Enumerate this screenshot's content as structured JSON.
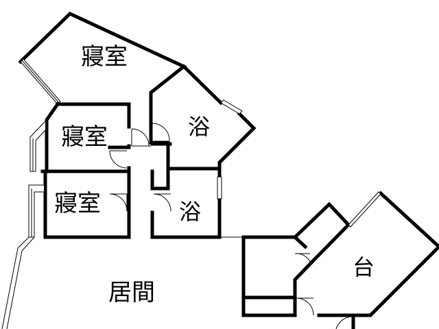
{
  "rooms": {
    "bedroom_top": "寢室",
    "bedroom_mid": "寢室",
    "bedroom_low": "寢室",
    "bath_upper": "浴",
    "bath_lower": "浴",
    "living": "居間",
    "balcony": "台"
  }
}
